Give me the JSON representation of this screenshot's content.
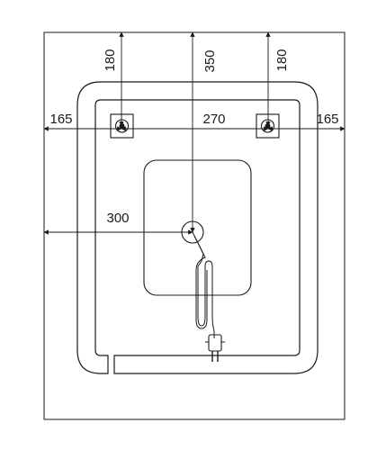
{
  "diagram": {
    "dimensions": {
      "left_hole_height": "180",
      "center_height": "350",
      "right_hole_height": "180",
      "left_margin": "165",
      "hole_spacing": "270",
      "right_margin": "165",
      "outlet_offset": "300"
    },
    "icons": [
      "mounting-bracket-icon",
      "power-outlet-icon",
      "power-plug-icon"
    ],
    "colors": {
      "line": "#1a1a1a",
      "background": "#ffffff"
    }
  }
}
